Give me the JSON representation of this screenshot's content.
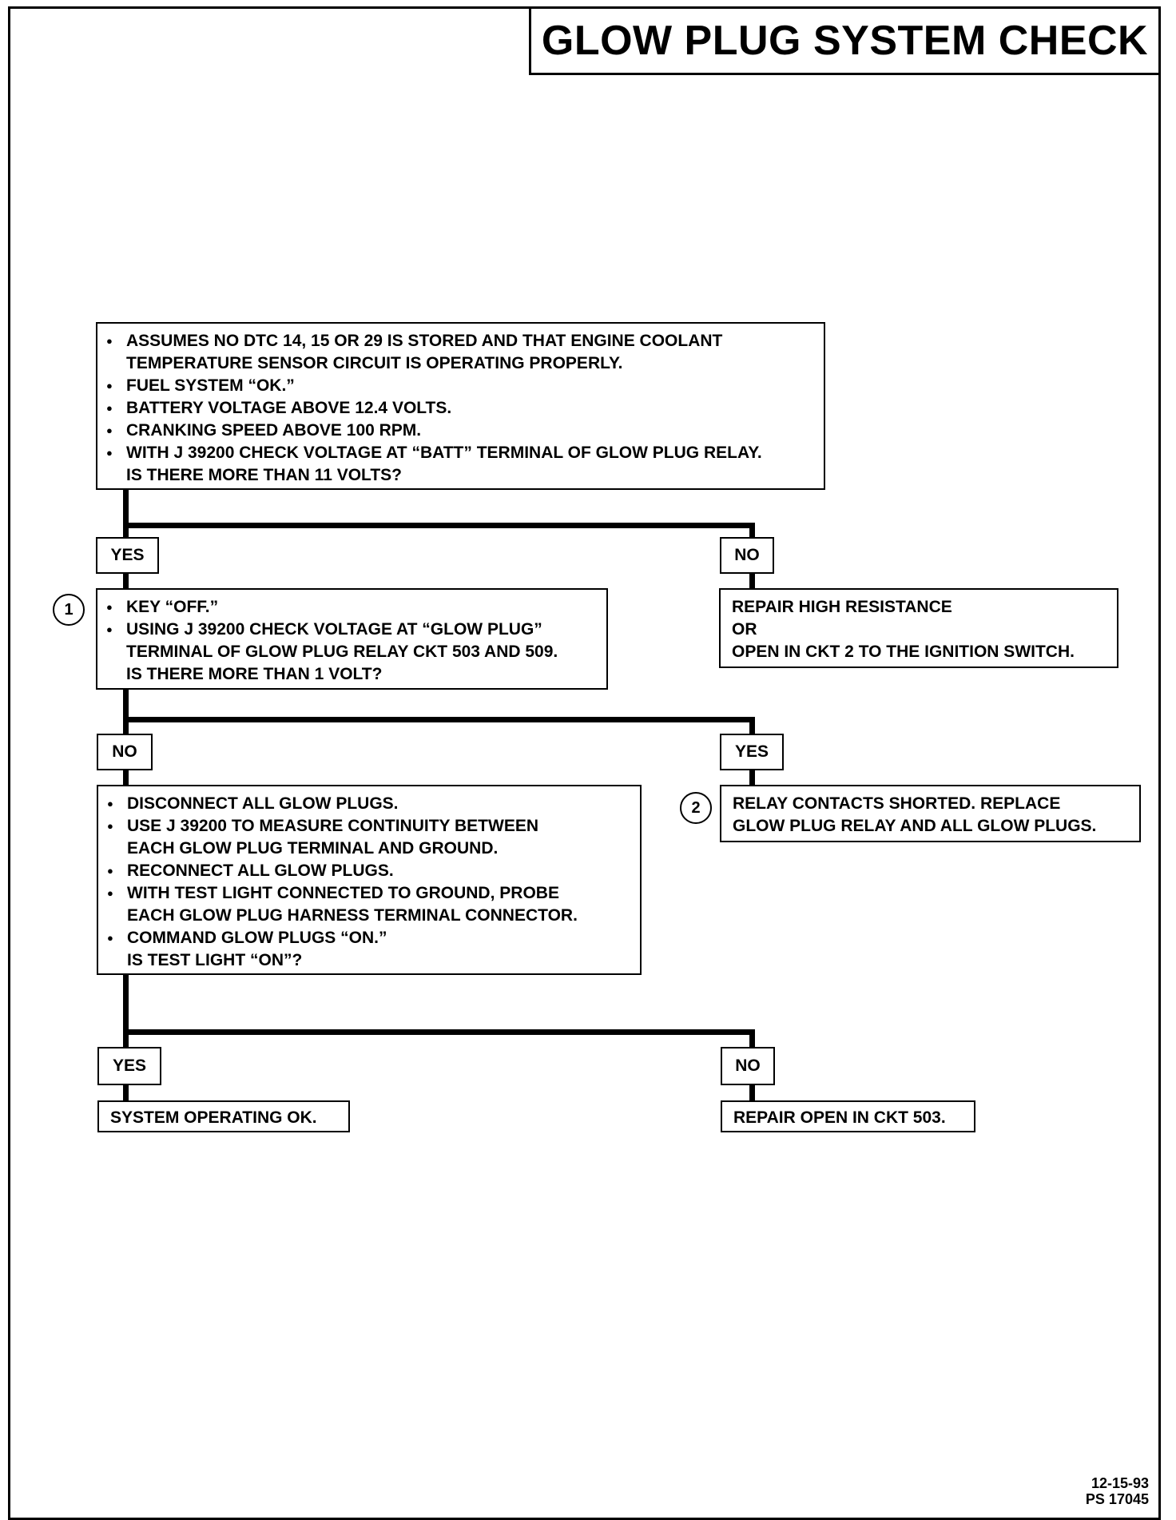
{
  "title": "GLOW PLUG SYSTEM CHECK",
  "step1": {
    "bullets": [
      [
        "ASSUMES NO DTC 14, 15 OR 29 IS STORED AND THAT ENGINE COOLANT",
        "TEMPERATURE SENSOR CIRCUIT IS OPERATING PROPERLY."
      ],
      [
        "FUEL SYSTEM “OK.”"
      ],
      [
        "BATTERY VOLTAGE  ABOVE 12.4 VOLTS."
      ],
      [
        "CRANKING SPEED ABOVE 100 RPM."
      ],
      [
        "WITH J 39200 CHECK VOLTAGE AT “BATT” TERMINAL OF GLOW  PLUG RELAY.",
        "IS THERE MORE THAN 11 VOLTS?"
      ]
    ]
  },
  "branch1": {
    "yes": "YES",
    "no": "NO"
  },
  "step2": {
    "marker": "1",
    "bullets": [
      [
        "KEY “OFF.”"
      ],
      [
        "USING J 39200 CHECK VOLTAGE AT “GLOW PLUG”",
        "TERMINAL OF GLOW PLUG RELAY CKT 503 AND 509.",
        "IS THERE MORE THAN 1 VOLT?"
      ]
    ]
  },
  "result1_no": [
    "REPAIR HIGH RESISTANCE",
    "OR",
    "OPEN IN CKT 2 TO THE IGNITION SWITCH."
  ],
  "branch2": {
    "no": "NO",
    "yes": "YES"
  },
  "step3": {
    "bullets": [
      [
        "DISCONNECT ALL GLOW PLUGS."
      ],
      [
        "USE  J 39200 TO MEASURE CONTINUITY BETWEEN",
        "EACH GLOW PLUG TERMINAL AND GROUND."
      ],
      [
        "RECONNECT ALL GLOW PLUGS."
      ],
      [
        "WITH TEST LIGHT CONNECTED TO GROUND, PROBE",
        "EACH GLOW PLUG HARNESS TERMINAL CONNECTOR."
      ],
      [
        "COMMAND GLOW PLUGS “ON.”",
        "IS TEST LIGHT “ON”?"
      ]
    ]
  },
  "result2_yes": {
    "marker": "2",
    "lines": [
      "RELAY CONTACTS SHORTED.  REPLACE",
      "GLOW PLUG RELAY AND ALL GLOW PLUGS."
    ]
  },
  "branch3": {
    "yes": "YES",
    "no": "NO"
  },
  "result3_yes": "SYSTEM OPERATING OK.",
  "result3_no": "REPAIR OPEN IN CKT 503.",
  "footer": {
    "date": "12-15-93",
    "code": "PS 17045"
  }
}
